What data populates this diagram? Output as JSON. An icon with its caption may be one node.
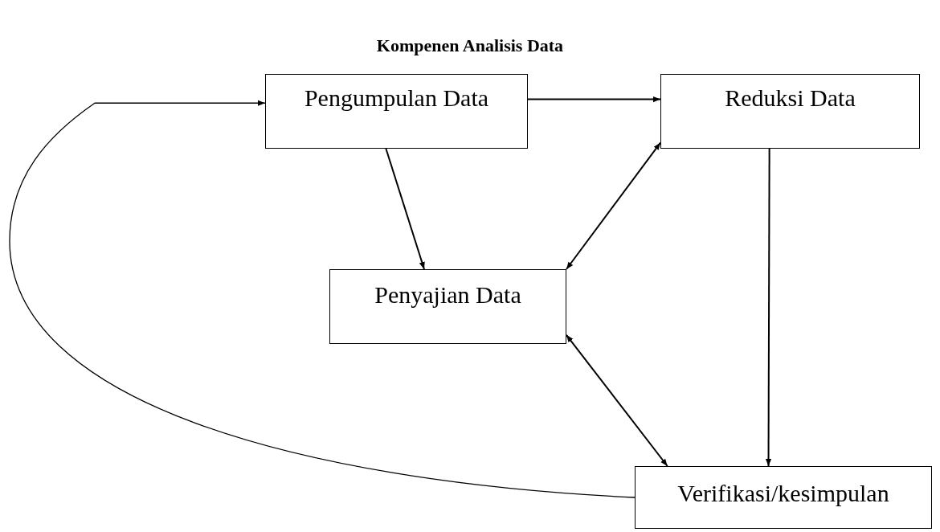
{
  "diagram": {
    "title": "Kompenen Analisis Data",
    "nodes": [
      {
        "text": [
          "Pengumpulan Data"
        ]
      },
      {
        "text": [
          "Reduksi Data"
        ]
      },
      {
        "text": [
          "Penyajian Data"
        ]
      },
      {
        "text": [
          "Verifikasi/kesimpulan"
        ]
      }
    ],
    "edges": [
      {
        "from": 0,
        "to": 1,
        "arrow": "to"
      },
      {
        "from": 0,
        "to": 2,
        "arrow": "to"
      },
      {
        "from": 1,
        "to": 2,
        "arrow": "both"
      },
      {
        "from": 1,
        "to": 3,
        "arrow": "to"
      },
      {
        "from": 2,
        "to": 3,
        "arrow": "both"
      },
      {
        "from": 3,
        "to": 0,
        "arrow": "to"
      }
    ]
  }
}
